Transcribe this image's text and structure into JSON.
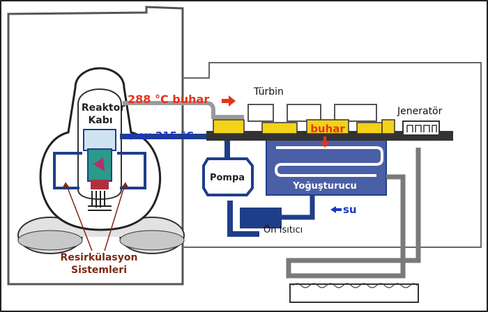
{
  "labels": {
    "reactor_vessel_line1": "Reaktor",
    "reactor_vessel_line2": "Kabı",
    "steam_out": "288 °C buhar",
    "water_in": "su 215 °C",
    "turbine": "Türbin",
    "generator": "Jeneratör",
    "steam_to_condenser": "buhar",
    "pump": "Pompa",
    "condenser": "Yoğuşturucu",
    "cooling_water": "su",
    "preheater": "Ön Isıtıcı",
    "recirc_line1": "Resirkülasyon",
    "recirc_line2": "Sistemleri"
  },
  "colors": {
    "pipe_blue": "#1f3e8a",
    "steam_red": "#e8321c",
    "water_blue": "#1b36c4",
    "turbine_yellow": "#f3d21a",
    "pipe_gray": "#8a8a8a",
    "recirc_brown": "#7a2a10",
    "core_green": "#2a9a8a"
  }
}
